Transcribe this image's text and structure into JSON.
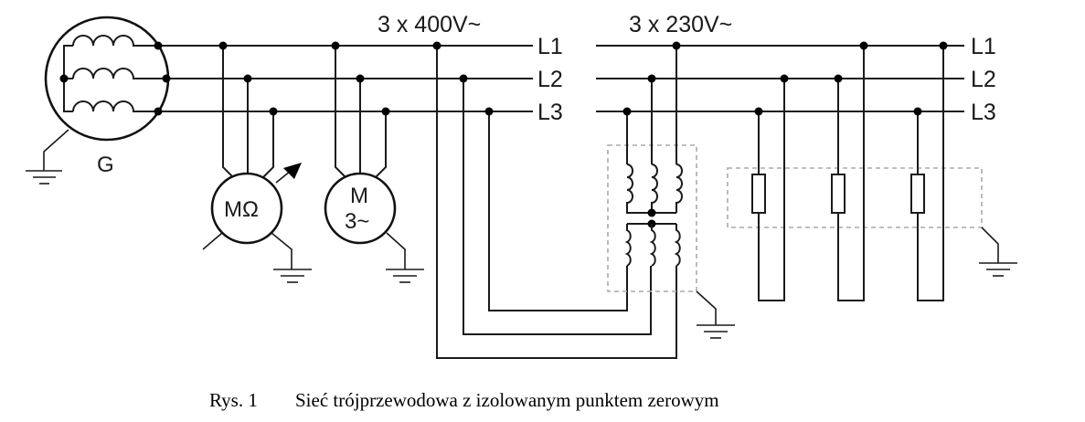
{
  "diagram": {
    "title_left": "3 x 400V~",
    "title_right": "3 x 230V~",
    "lines_left": [
      "L1",
      "L2",
      "L3"
    ],
    "lines_right": [
      "L1",
      "L2",
      "L3"
    ],
    "generator_label": "G",
    "meter_label": "MΩ",
    "motor_label_top": "M",
    "motor_label_bottom": "3~"
  },
  "caption": {
    "number": "Rys. 1",
    "text": "Sieć trójprzewodowa z izolowanym punktem zerowym"
  }
}
